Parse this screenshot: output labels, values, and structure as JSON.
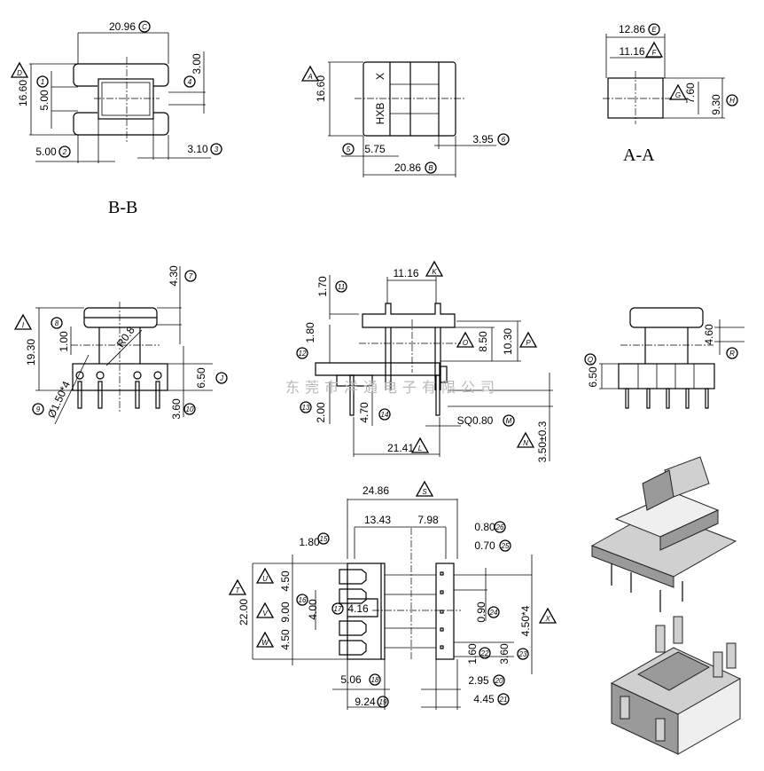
{
  "watermark": "东莞市洋通电子有限公司",
  "views": {
    "section_bb": {
      "title": "B-B"
    },
    "section_aa": {
      "title": "A-A"
    },
    "side_top": {
      "mark_x": "X",
      "mark_brand": "HXB"
    }
  },
  "labels": {
    "bb_width": {
      "value": "20.96",
      "marker": "C",
      "shape": "circle"
    },
    "bb_height": {
      "value": "16.60",
      "marker": "D",
      "shape": "triangle"
    },
    "bb_inner": {
      "value": "5.00",
      "marker": "1",
      "shape": "circle"
    },
    "bb_slot": {
      "value": "3.00",
      "marker": "4",
      "shape": "circle"
    },
    "bb_left": {
      "value": "5.00",
      "marker": "2",
      "shape": "circle"
    },
    "bb_right": {
      "value": "3.10",
      "marker": "3",
      "shape": "circle"
    },
    "tm_height": {
      "value": "16.60",
      "marker": "A",
      "shape": "triangle"
    },
    "tm_left": {
      "value": "5.75",
      "marker": "5",
      "shape": "circle"
    },
    "tm_right": {
      "value": "3.95",
      "marker": "6",
      "shape": "circle"
    },
    "tm_width": {
      "value": "20.86",
      "marker": "B",
      "shape": "circle"
    },
    "aa_outer": {
      "value": "12.86",
      "marker": "E",
      "shape": "circle"
    },
    "aa_inner": {
      "value": "11.16",
      "marker": "F",
      "shape": "triangle"
    },
    "aa_inner_h": {
      "value": "7.60",
      "marker": "G",
      "shape": "triangle"
    },
    "aa_outer_h": {
      "value": "9.30",
      "marker": "H",
      "shape": "circle"
    },
    "ml_top": {
      "value": "4.30",
      "marker": "7",
      "shape": "circle"
    },
    "ml_height": {
      "value": "19.30",
      "marker": "I",
      "shape": "triangle"
    },
    "ml_flange": {
      "value": "1.00",
      "marker": "8",
      "shape": "circle"
    },
    "ml_radius": {
      "value": "R0.8"
    },
    "ml_base": {
      "value": "6.50",
      "marker": "J",
      "shape": "circle"
    },
    "ml_pin": {
      "value": "3.60",
      "marker": "10",
      "shape": "circle"
    },
    "ml_hole": {
      "value": "Ø1.50*4",
      "marker": "9",
      "shape": "circle"
    },
    "mc_width": {
      "value": "11.16",
      "marker": "K",
      "shape": "triangle"
    },
    "mc_top": {
      "value": "1.70",
      "marker": "11",
      "shape": "circle"
    },
    "mc_step": {
      "value": "1.80",
      "marker": "12",
      "shape": "circle"
    },
    "mc_inner_h": {
      "value": "8.50",
      "marker": "O",
      "shape": "triangle"
    },
    "mc_outer_h": {
      "value": "10.30",
      "marker": "P",
      "shape": "triangle"
    },
    "mc_base": {
      "value": "2.00",
      "marker": "13",
      "shape": "circle"
    },
    "mc_pin_off": {
      "value": "4.70",
      "marker": "14",
      "shape": "circle"
    },
    "mc_pin_sq": {
      "value": "SQ0.80",
      "marker": "M",
      "shape": "circle"
    },
    "mc_base_w": {
      "value": "21.41",
      "marker": "L",
      "shape": "triangle"
    },
    "mc_pin_len": {
      "value": "3.50±0.3",
      "marker": "N",
      "shape": "triangle"
    },
    "mr_top": {
      "value": "4.60",
      "marker": "R",
      "shape": "circle"
    },
    "mr_base": {
      "value": "6.50",
      "marker": "Q",
      "shape": "circle"
    },
    "b_width": {
      "value": "24.86",
      "marker": "S",
      "shape": "triangle"
    },
    "b_left_w": {
      "value": "13.43"
    },
    "b_right_w": {
      "value": "7.98"
    },
    "b_tab": {
      "value": "1.80",
      "marker": "15",
      "shape": "circle"
    },
    "b_slot1": {
      "value": "0.80",
      "marker": "26",
      "shape": "circle"
    },
    "b_slot2": {
      "value": "0.70",
      "marker": "25",
      "shape": "circle"
    },
    "b_height": {
      "value": "22.00",
      "marker": "T",
      "shape": "triangle"
    },
    "b_pitch1": {
      "value": "4.50",
      "marker": "U",
      "shape": "triangle"
    },
    "b_pitch2": {
      "value": "9.00",
      "marker": "V",
      "shape": "triangle"
    },
    "b_pitch3": {
      "value": "4.50",
      "marker": "W",
      "shape": "triangle"
    },
    "b_center": {
      "value": "4.00",
      "marker": "16",
      "shape": "circle"
    },
    "b_center_w": {
      "value": "4.16",
      "marker": "17",
      "shape": "circle"
    },
    "b_gap": {
      "value": "0.90",
      "marker": "24",
      "shape": "circle"
    },
    "b_pitch_r": {
      "value": "4.50*4",
      "marker": "X",
      "shape": "triangle"
    },
    "b_notch": {
      "value": "1.60",
      "marker": "22",
      "shape": "circle"
    },
    "b_notch2": {
      "value": "3.60",
      "marker": "23",
      "shape": "circle"
    },
    "b_pad": {
      "value": "5.06",
      "marker": "18",
      "shape": "circle"
    },
    "b_pad_w": {
      "value": "9.24",
      "marker": "19",
      "shape": "circle"
    },
    "b_r1": {
      "value": "2.95",
      "marker": "20",
      "shape": "circle"
    },
    "b_r2": {
      "value": "4.45",
      "marker": "21",
      "shape": "circle"
    }
  }
}
